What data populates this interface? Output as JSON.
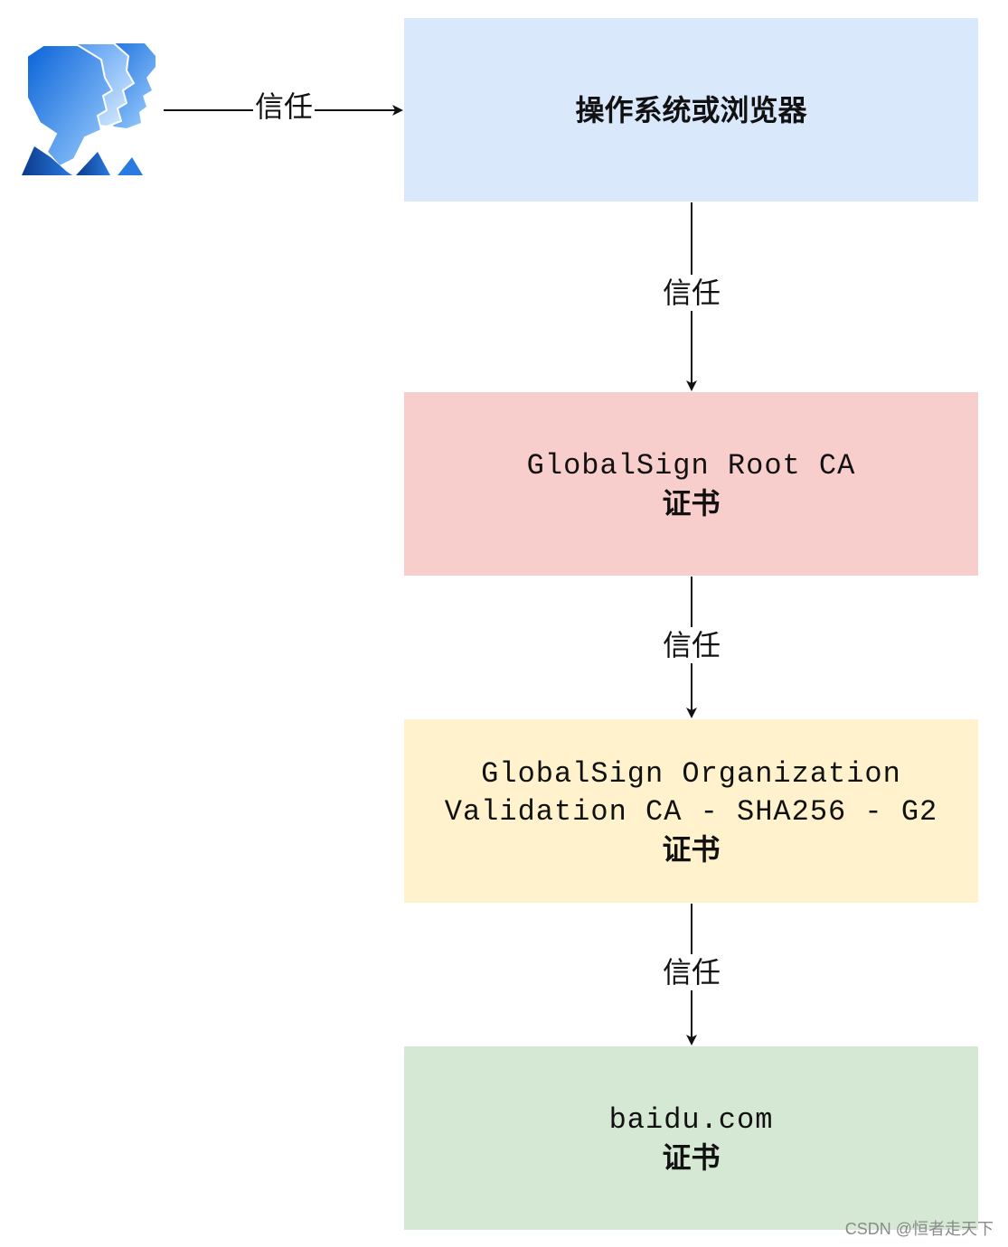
{
  "nodes": {
    "os_browser": {
      "label": "操作系统或浏览器"
    },
    "root_ca": {
      "name": "GlobalSign Root CA",
      "suffix": "证书"
    },
    "intermediate_ca": {
      "name_line1": "GlobalSign Organization",
      "name_line2": "Validation CA - SHA256 - G2",
      "suffix": "证书"
    },
    "leaf": {
      "name": "baidu.com",
      "suffix": "证书"
    }
  },
  "edges": [
    {
      "label": "信任"
    },
    {
      "label": "信任"
    },
    {
      "label": "信任"
    },
    {
      "label": "信任"
    }
  ],
  "colors": {
    "os_browser": "#dae8fc",
    "root_ca": "#f8cecc",
    "intermediate_ca": "#fff2cc",
    "leaf": "#d5e8d4",
    "arrow": "#111111"
  },
  "icons": {
    "user": "users-group-icon"
  },
  "watermark": "CSDN @恒者走天下"
}
